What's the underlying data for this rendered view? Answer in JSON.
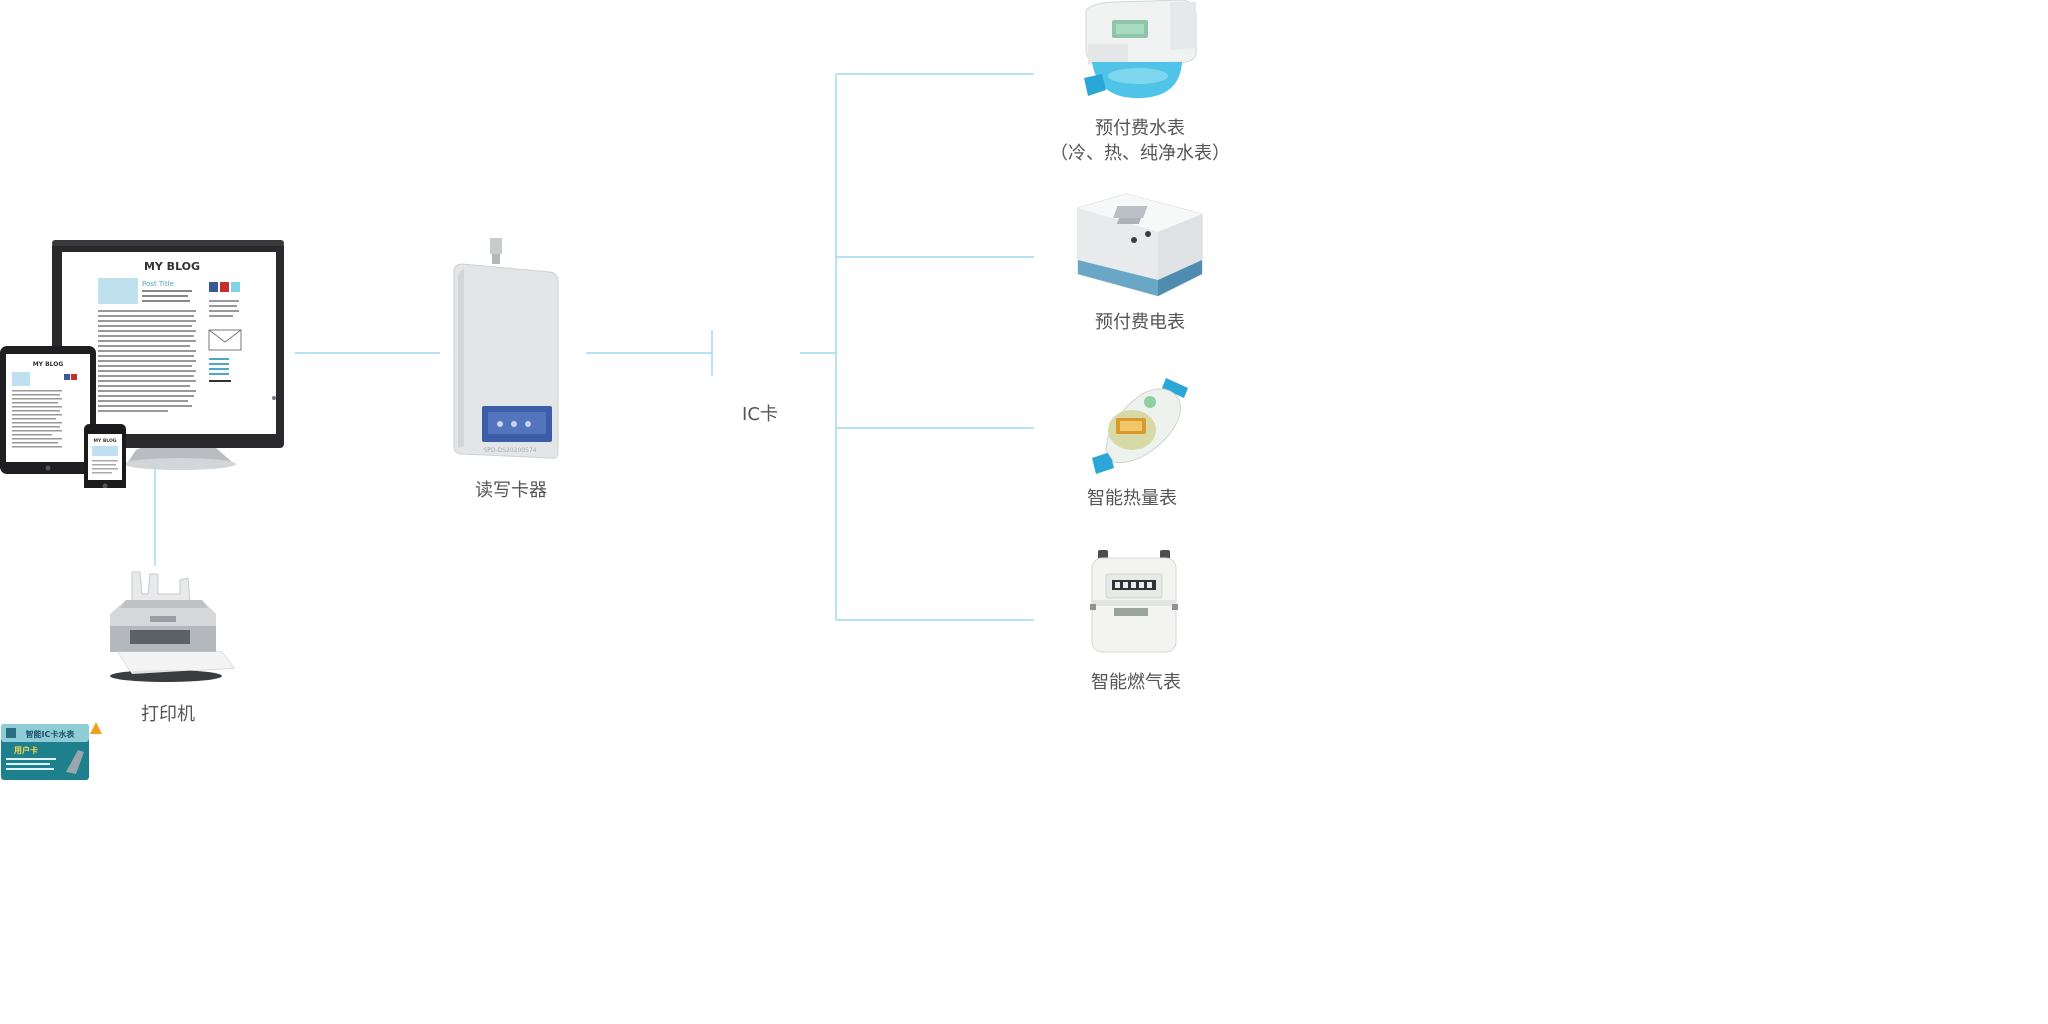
{
  "diagram": {
    "line_color": "#9fdcec",
    "labels": {
      "printer": "打印机",
      "card_reader": "读写卡器",
      "ic_card": "IC卡",
      "water_meter": "预付费水表",
      "water_meter_sub": "（冷、热、纯净水表）",
      "electric_meter": "预付费电表",
      "heat_meter": "智能热量表",
      "gas_meter": "智能燃气表"
    },
    "monitor_screen": {
      "title": "MY BLOG",
      "post_title": "Post Title"
    },
    "tablet_screen": {
      "title": "MY BLOG"
    },
    "phone_screen": {
      "title": "MY BLOG"
    },
    "card_reader_serial": "SPD-DS20200574",
    "user_card": {
      "title": "智能IC卡水表",
      "subtitle": "用户卡"
    }
  }
}
